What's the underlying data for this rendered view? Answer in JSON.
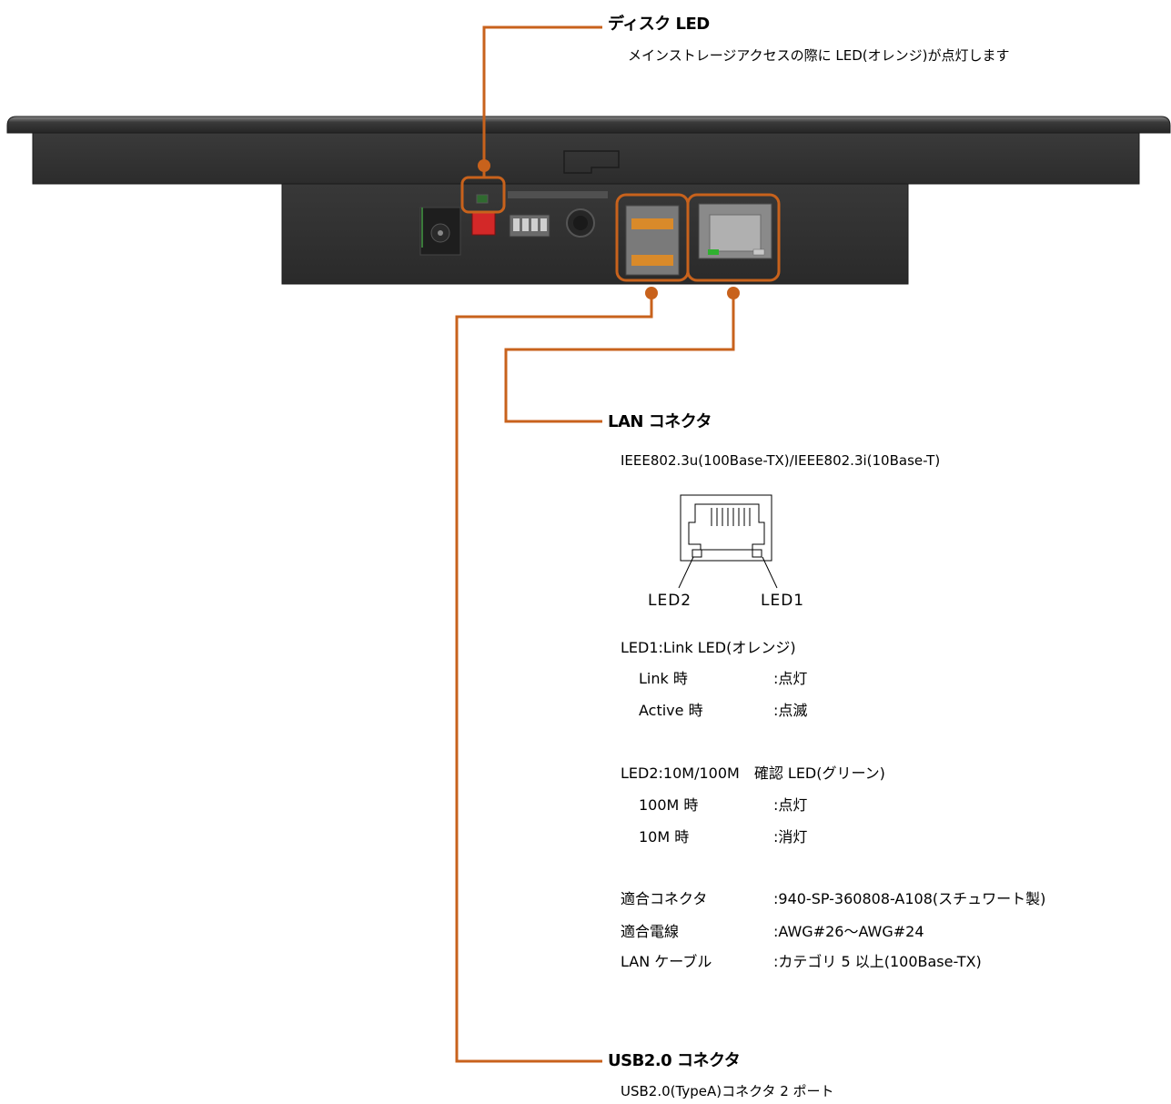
{
  "colors": {
    "callout": "#c8621c",
    "panel": "#333333",
    "bezel": "#2e2e2e"
  },
  "disk_led": {
    "heading": "ディスク LED",
    "description": "メインストレージアクセスの際に LED(オレンジ)が点灯します"
  },
  "lan": {
    "heading": "LAN コネクタ",
    "standard": "IEEE802.3u(100Base-TX)/IEEE802.3i(10Base-T)",
    "figure_labels": {
      "led2": "LED2",
      "led1": "LED1"
    },
    "led1_title": "LED1:Link LED(オレンジ)",
    "led1_rows": [
      {
        "label": "Link 時",
        "value": ":点灯"
      },
      {
        "label": "Active 時",
        "value": ":点滅"
      }
    ],
    "led2_title": "LED2:10M/100M　確認 LED(グリーン)",
    "led2_rows": [
      {
        "label": "100M 時",
        "value": ":点灯"
      },
      {
        "label": "10M 時",
        "value": ":消灯"
      }
    ],
    "spec_rows": [
      {
        "label": "適合コネクタ",
        "value": ":940-SP-360808-A108(スチュワート製)"
      },
      {
        "label": "適合電線",
        "value": ":AWG#26～AWG#24"
      },
      {
        "label": "LAN ケーブル",
        "value": ":カテゴリ 5 以上(100Base-TX)"
      }
    ]
  },
  "usb": {
    "heading": "USB2.0 コネクタ",
    "description": "USB2.0(TypeA)コネクタ 2 ポート"
  }
}
